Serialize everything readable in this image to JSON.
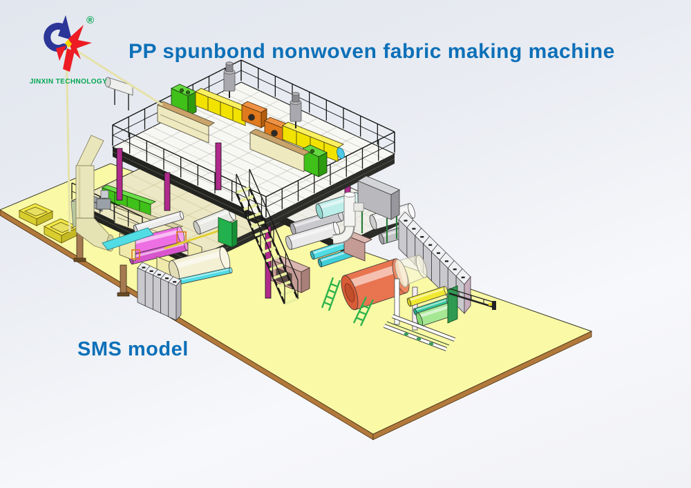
{
  "logo": {
    "company": "JINXIN TECHNOLOGY",
    "registered_mark": "®"
  },
  "title": "PP spunbond nonwoven fabric making machine",
  "model_label": "SMS model",
  "colors": {
    "title_blue": "#0d70b8",
    "logo_green": "#00a651",
    "logo_blue": "#2b3698",
    "logo_red": "#ed1c24",
    "logo_yellow": "#f8d800",
    "floor_yellow": "#f9f9a6",
    "floor_edge": "#b2793c",
    "column_magenta": "#b02a8c",
    "leg_tan": "#a57a50",
    "extruder_yellow": "#f2e200",
    "gearbox_orange": "#e07a1e",
    "dosing_green": "#3fc119",
    "roll_magenta": "#ee6fe3",
    "roll_cyan": "#4fdce4",
    "roll_orange": "#e97450",
    "roll_cream": "#f3f0d4",
    "mauve": "#c59b95",
    "cabinet_gray": "#c9c9ce",
    "pipe_cream": "#e9e6bc",
    "structure_black": "#1b1b1b"
  }
}
